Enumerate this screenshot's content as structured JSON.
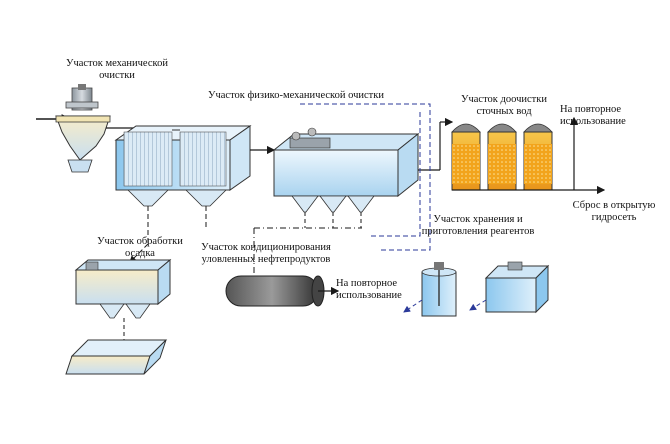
{
  "labels": {
    "mechanical": "Участок механической очистки",
    "physmech": "Участок физико-механической очистки",
    "posttreat": "Участок доочистки сточных вод",
    "reuse_top": "На повторное использование",
    "discharge": "Сброс в открытую гидросеть",
    "reagents": "Участок хранения и приготовления реагентов",
    "sludge": "Участок обработки осадка",
    "oil": "Участок кондиционирования уловленных нефтепродуктов",
    "reuse_mid": "На повторное использование"
  },
  "colors": {
    "tank_light": "#e8f3fb",
    "tank_blue": "#a9d3ef",
    "water_blue": "#6fb8e6",
    "filter_orange": "#f2a41c",
    "filter_yellow": "#f7d36a",
    "metal_grey": "#9aa3ab",
    "dark_grey": "#4a4a4a",
    "line": "#1a1a1a",
    "dash_blue": "#2b3a9a"
  }
}
